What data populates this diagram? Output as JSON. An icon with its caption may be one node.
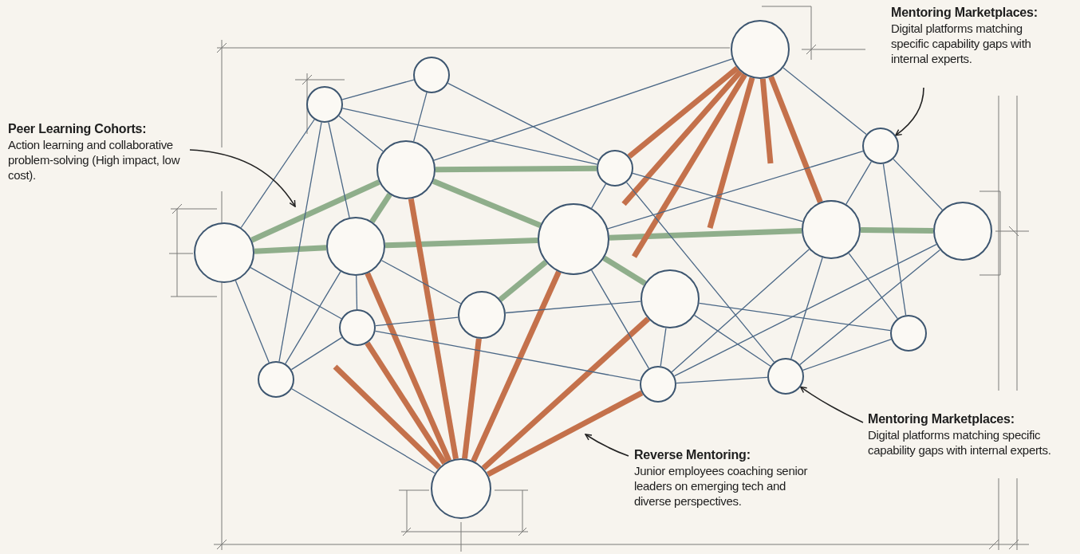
{
  "diagram": {
    "nodes": [
      {
        "text": [],
        "shape": "circle"
      },
      {
        "text": [],
        "shape": "circle"
      },
      {
        "text": [],
        "shape": "circle"
      },
      {
        "text": [],
        "shape": "circle"
      },
      {
        "text": [],
        "shape": "circle"
      },
      {
        "text": [],
        "shape": "circle"
      },
      {
        "text": [],
        "shape": "circle"
      },
      {
        "text": [],
        "shape": "circle"
      },
      {
        "text": [],
        "shape": "circle"
      },
      {
        "text": [],
        "shape": "circle"
      },
      {
        "text": [],
        "shape": "circle"
      },
      {
        "text": [],
        "shape": "circle"
      },
      {
        "text": [],
        "shape": "circle"
      },
      {
        "text": [],
        "shape": "circle"
      },
      {
        "text": [],
        "shape": "circle"
      },
      {
        "text": [],
        "shape": "circle"
      },
      {
        "text": [],
        "shape": "circle"
      },
      {
        "text": [],
        "shape": "circle"
      },
      {
        "text": [],
        "shape": "circle"
      },
      {
        "text": [
          "Peer Learning Cohorts:",
          "Action learning and collaborative problem-solving (High impact, low cost)."
        ]
      },
      {
        "text": [
          "Mentoring Marketplaces:",
          "Digital platforms matching specific capability gaps with internal experts."
        ]
      },
      {
        "text": [
          "Reverse Mentoring:",
          "Junior employees coaching senior leaders on emerging tech and diverse perspectives."
        ]
      },
      {
        "text": [
          "Mentoring Marketplaces:",
          "Digital platforms matching specific capability gaps with internal experts."
        ]
      }
    ],
    "edges": [
      {
        "from": 6,
        "to": 2,
        "arrow": "none",
        "style": "thick",
        "color": "#8fae8b"
      },
      {
        "from": 6,
        "to": 7,
        "arrow": "none",
        "style": "thick",
        "color": "#8fae8b"
      },
      {
        "from": 7,
        "to": 2,
        "arrow": "none",
        "style": "thick",
        "color": "#8fae8b"
      },
      {
        "from": 2,
        "to": 3,
        "arrow": "none",
        "style": "thick",
        "color": "#8fae8b"
      },
      {
        "from": 2,
        "to": 8,
        "arrow": "none",
        "style": "thick",
        "color": "#8fae8b"
      },
      {
        "from": 7,
        "to": 8,
        "arrow": "none",
        "style": "thick",
        "color": "#8fae8b"
      },
      {
        "from": 8,
        "to": 9,
        "arrow": "none",
        "style": "thick",
        "color": "#8fae8b"
      },
      {
        "from": 9,
        "to": 10,
        "arrow": "none",
        "style": "thick",
        "color": "#8fae8b"
      },
      {
        "from": 8,
        "to": 11,
        "arrow": "none",
        "style": "thick",
        "color": "#8fae8b"
      },
      {
        "from": 12,
        "to": 8,
        "arrow": "none",
        "style": "thick",
        "color": "#8fae8b"
      },
      {
        "from": 18,
        "to": 7,
        "arrow": "none",
        "style": "thick",
        "color": "#c4714b"
      },
      {
        "from": 18,
        "to": 2,
        "arrow": "none",
        "style": "thick",
        "color": "#c4714b"
      },
      {
        "from": 18,
        "to": 13,
        "arrow": "none",
        "style": "thick",
        "color": "#c4714b"
      },
      {
        "from": 18,
        "to": 12,
        "arrow": "none",
        "style": "thick",
        "color": "#c4714b"
      },
      {
        "from": 18,
        "to": 8,
        "arrow": "none",
        "style": "thick",
        "color": "#c4714b"
      },
      {
        "from": 18,
        "to": 11,
        "arrow": "none",
        "style": "thick",
        "color": "#c4714b"
      },
      {
        "from": 18,
        "to": 16,
        "arrow": "none",
        "style": "thick",
        "color": "#c4714b"
      },
      {
        "from": 18,
        "to": null,
        "arrow": "none",
        "style": "thick",
        "color": "#c4714b"
      },
      {
        "from": 4,
        "to": 3,
        "arrow": "none",
        "style": "thick",
        "color": "#c4714b"
      },
      {
        "from": 4,
        "to": null,
        "arrow": "none",
        "style": "thick",
        "color": "#c4714b"
      },
      {
        "from": 4,
        "to": null,
        "arrow": "none",
        "style": "thick",
        "color": "#c4714b"
      },
      {
        "from": 4,
        "to": null,
        "arrow": "none",
        "style": "thick",
        "color": "#c4714b"
      },
      {
        "from": 4,
        "to": null,
        "arrow": "none",
        "style": "thick",
        "color": "#c4714b"
      },
      {
        "from": 4,
        "to": 9,
        "arrow": "none",
        "style": "thick",
        "color": "#c4714b"
      },
      {
        "from": 0,
        "to": 1,
        "arrow": "none"
      },
      {
        "from": 0,
        "to": 2,
        "arrow": "none"
      },
      {
        "from": 1,
        "to": 2,
        "arrow": "none"
      },
      {
        "from": 1,
        "to": 6,
        "arrow": "none"
      },
      {
        "from": 1,
        "to": 7,
        "arrow": "none"
      },
      {
        "from": 1,
        "to": 15,
        "arrow": "none"
      },
      {
        "from": 1,
        "to": 3,
        "arrow": "none"
      },
      {
        "from": 0,
        "to": 3,
        "arrow": "none"
      },
      {
        "from": 6,
        "to": 13,
        "arrow": "none"
      },
      {
        "from": 6,
        "to": 15,
        "arrow": "none"
      },
      {
        "from": 7,
        "to": 15,
        "arrow": "none"
      },
      {
        "from": 7,
        "to": 13,
        "arrow": "none"
      },
      {
        "from": 7,
        "to": 12,
        "arrow": "none"
      },
      {
        "from": 13,
        "to": 12,
        "arrow": "none"
      },
      {
        "from": 13,
        "to": 15,
        "arrow": "none"
      },
      {
        "from": 3,
        "to": 8,
        "arrow": "none"
      },
      {
        "from": 3,
        "to": 9,
        "arrow": "none"
      },
      {
        "from": 8,
        "to": 5,
        "arrow": "none"
      },
      {
        "from": 3,
        "to": 17,
        "arrow": "none"
      },
      {
        "from": 11,
        "to": 16,
        "arrow": "none"
      },
      {
        "from": 11,
        "to": 17,
        "arrow": "none"
      },
      {
        "from": 11,
        "to": 14,
        "arrow": "none"
      },
      {
        "from": 9,
        "to": 5,
        "arrow": "none"
      },
      {
        "from": 9,
        "to": 16,
        "arrow": "none"
      },
      {
        "from": 9,
        "to": 17,
        "arrow": "none"
      },
      {
        "from": 9,
        "to": 14,
        "arrow": "none"
      },
      {
        "from": 5,
        "to": 10,
        "arrow": "none"
      },
      {
        "from": 5,
        "to": 14,
        "arrow": "none"
      },
      {
        "from": 10,
        "to": 17,
        "arrow": "none"
      },
      {
        "from": 10,
        "to": 16,
        "arrow": "none"
      },
      {
        "from": 14,
        "to": 17,
        "arrow": "none"
      },
      {
        "from": 16,
        "to": 17,
        "arrow": "none"
      },
      {
        "from": 15,
        "to": 18,
        "arrow": "none"
      },
      {
        "from": 4,
        "to": 2,
        "arrow": "none"
      },
      {
        "from": 4,
        "to": 5,
        "arrow": "none"
      },
      {
        "from": 12,
        "to": 11,
        "arrow": "none"
      },
      {
        "from": 13,
        "to": 16,
        "arrow": "none"
      },
      {
        "from": 8,
        "to": 16,
        "arrow": "none"
      },
      {
        "from": 19,
        "to": null,
        "arrow": "to",
        "color": "#222222"
      },
      {
        "from": 20,
        "to": 5,
        "arrow": "to",
        "color": "#222222"
      },
      {
        "from": 21,
        "to": null,
        "arrow": "to",
        "color": "#222222"
      },
      {
        "from": 22,
        "to": 17,
        "arrow": "to",
        "color": "#222222"
      }
    ]
  }
}
